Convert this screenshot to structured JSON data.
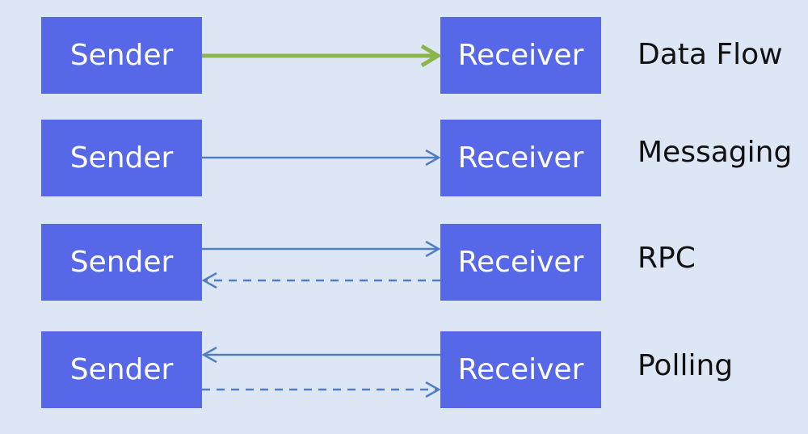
{
  "colors": {
    "background": "#dde6f5",
    "box": "#5668e8",
    "box_text": "#ffffff",
    "data_flow_arrow": "#8ab64a",
    "arrow": "#4f7fc0",
    "label_text": "#111111"
  },
  "rows": [
    {
      "sender": "Sender",
      "receiver": "Receiver",
      "label": "Data Flow"
    },
    {
      "sender": "Sender",
      "receiver": "Receiver",
      "label": "Messaging"
    },
    {
      "sender": "Sender",
      "receiver": "Receiver",
      "label": "RPC"
    },
    {
      "sender": "Sender",
      "receiver": "Receiver",
      "label": "Polling"
    }
  ]
}
